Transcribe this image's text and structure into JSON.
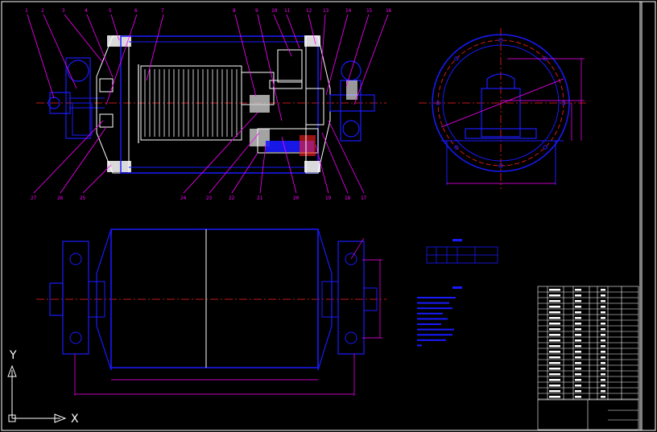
{
  "colors": {
    "background": "#000000",
    "outline": "#1a1aff",
    "dimension": "#ff00ff",
    "frame": "#ffffff",
    "red": "#ff2020",
    "cyan": "#00ffff"
  },
  "axis": {
    "x_label": "X",
    "y_label": "Y"
  },
  "callouts_top": [
    "1",
    "2",
    "3",
    "4",
    "5",
    "6",
    "7",
    "8",
    "9",
    "10",
    "11",
    "12",
    "13",
    "14",
    "15",
    "16"
  ],
  "callouts_bottom": [
    "27",
    "26",
    "25",
    "24",
    "23",
    "22",
    "21",
    "20",
    "19",
    "18",
    "17"
  ]
}
